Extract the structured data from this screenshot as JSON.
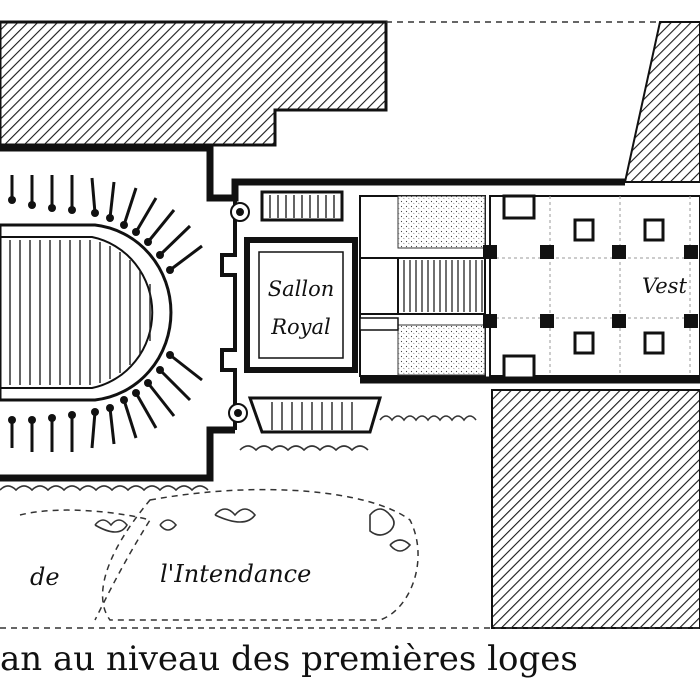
{
  "labels": {
    "sallon_line1": "Sallon",
    "sallon_line2": "Royal",
    "vestibule_partial": "Vest",
    "garden_de": "de",
    "garden_intendance": "l'Intendance",
    "caption": "an au niveau des premières loges"
  },
  "colors": {
    "ink": "#111111",
    "paper": "#ffffff",
    "hatch": "#1a1a1a"
  }
}
